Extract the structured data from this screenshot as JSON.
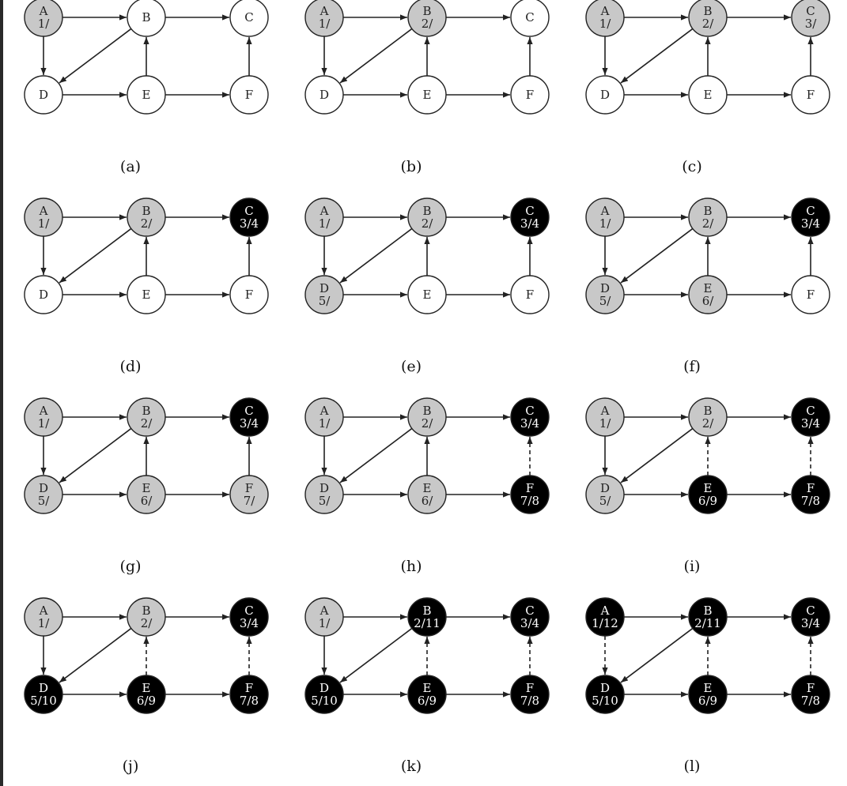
{
  "colors": {
    "white": "#ffffff",
    "gray": "#c8c8c8",
    "black": "#000000",
    "stroke": "#222222"
  },
  "panels": [
    {
      "label": "(a)",
      "nodes": [
        {
          "id": "A",
          "time": "1/",
          "color": "gray"
        },
        {
          "id": "B",
          "time": "",
          "color": "white"
        },
        {
          "id": "C",
          "time": "",
          "color": "white"
        },
        {
          "id": "D",
          "time": "",
          "color": "white"
        },
        {
          "id": "E",
          "time": "",
          "color": "white"
        },
        {
          "id": "F",
          "time": "",
          "color": "white"
        }
      ],
      "edges": [
        {
          "from": "A",
          "to": "B",
          "style": "solid"
        },
        {
          "from": "B",
          "to": "C",
          "style": "solid"
        },
        {
          "from": "A",
          "to": "D",
          "style": "solid"
        },
        {
          "from": "B",
          "to": "D",
          "style": "solid"
        },
        {
          "from": "D",
          "to": "E",
          "style": "solid"
        },
        {
          "from": "E",
          "to": "B",
          "style": "solid"
        },
        {
          "from": "E",
          "to": "F",
          "style": "solid"
        },
        {
          "from": "F",
          "to": "C",
          "style": "solid"
        }
      ]
    },
    {
      "label": "(b)",
      "nodes": [
        {
          "id": "A",
          "time": "1/",
          "color": "gray"
        },
        {
          "id": "B",
          "time": "2/",
          "color": "gray"
        },
        {
          "id": "C",
          "time": "",
          "color": "white"
        },
        {
          "id": "D",
          "time": "",
          "color": "white"
        },
        {
          "id": "E",
          "time": "",
          "color": "white"
        },
        {
          "id": "F",
          "time": "",
          "color": "white"
        }
      ],
      "edges": [
        {
          "from": "A",
          "to": "B",
          "style": "solid"
        },
        {
          "from": "B",
          "to": "C",
          "style": "solid"
        },
        {
          "from": "A",
          "to": "D",
          "style": "solid"
        },
        {
          "from": "B",
          "to": "D",
          "style": "solid"
        },
        {
          "from": "D",
          "to": "E",
          "style": "solid"
        },
        {
          "from": "E",
          "to": "B",
          "style": "solid"
        },
        {
          "from": "E",
          "to": "F",
          "style": "solid"
        },
        {
          "from": "F",
          "to": "C",
          "style": "solid"
        }
      ]
    },
    {
      "label": "(c)",
      "nodes": [
        {
          "id": "A",
          "time": "1/",
          "color": "gray"
        },
        {
          "id": "B",
          "time": "2/",
          "color": "gray"
        },
        {
          "id": "C",
          "time": "3/",
          "color": "gray"
        },
        {
          "id": "D",
          "time": "",
          "color": "white"
        },
        {
          "id": "E",
          "time": "",
          "color": "white"
        },
        {
          "id": "F",
          "time": "",
          "color": "white"
        }
      ],
      "edges": [
        {
          "from": "A",
          "to": "B",
          "style": "solid"
        },
        {
          "from": "B",
          "to": "C",
          "style": "solid"
        },
        {
          "from": "A",
          "to": "D",
          "style": "solid"
        },
        {
          "from": "B",
          "to": "D",
          "style": "solid"
        },
        {
          "from": "D",
          "to": "E",
          "style": "solid"
        },
        {
          "from": "E",
          "to": "B",
          "style": "solid"
        },
        {
          "from": "E",
          "to": "F",
          "style": "solid"
        },
        {
          "from": "F",
          "to": "C",
          "style": "solid"
        }
      ]
    },
    {
      "label": "(d)",
      "nodes": [
        {
          "id": "A",
          "time": "1/",
          "color": "gray"
        },
        {
          "id": "B",
          "time": "2/",
          "color": "gray"
        },
        {
          "id": "C",
          "time": "3/4",
          "color": "black"
        },
        {
          "id": "D",
          "time": "",
          "color": "white"
        },
        {
          "id": "E",
          "time": "",
          "color": "white"
        },
        {
          "id": "F",
          "time": "",
          "color": "white"
        }
      ],
      "edges": [
        {
          "from": "A",
          "to": "B",
          "style": "solid"
        },
        {
          "from": "B",
          "to": "C",
          "style": "solid"
        },
        {
          "from": "A",
          "to": "D",
          "style": "solid"
        },
        {
          "from": "B",
          "to": "D",
          "style": "solid"
        },
        {
          "from": "D",
          "to": "E",
          "style": "solid"
        },
        {
          "from": "E",
          "to": "B",
          "style": "solid"
        },
        {
          "from": "E",
          "to": "F",
          "style": "solid"
        },
        {
          "from": "F",
          "to": "C",
          "style": "solid"
        }
      ]
    },
    {
      "label": "(e)",
      "nodes": [
        {
          "id": "A",
          "time": "1/",
          "color": "gray"
        },
        {
          "id": "B",
          "time": "2/",
          "color": "gray"
        },
        {
          "id": "C",
          "time": "3/4",
          "color": "black"
        },
        {
          "id": "D",
          "time": "5/",
          "color": "gray"
        },
        {
          "id": "E",
          "time": "",
          "color": "white"
        },
        {
          "id": "F",
          "time": "",
          "color": "white"
        }
      ],
      "edges": [
        {
          "from": "A",
          "to": "B",
          "style": "solid"
        },
        {
          "from": "B",
          "to": "C",
          "style": "solid"
        },
        {
          "from": "A",
          "to": "D",
          "style": "solid"
        },
        {
          "from": "B",
          "to": "D",
          "style": "solid"
        },
        {
          "from": "D",
          "to": "E",
          "style": "solid"
        },
        {
          "from": "E",
          "to": "B",
          "style": "solid"
        },
        {
          "from": "E",
          "to": "F",
          "style": "solid"
        },
        {
          "from": "F",
          "to": "C",
          "style": "solid"
        }
      ]
    },
    {
      "label": "(f)",
      "nodes": [
        {
          "id": "A",
          "time": "1/",
          "color": "gray"
        },
        {
          "id": "B",
          "time": "2/",
          "color": "gray"
        },
        {
          "id": "C",
          "time": "3/4",
          "color": "black"
        },
        {
          "id": "D",
          "time": "5/",
          "color": "gray"
        },
        {
          "id": "E",
          "time": "6/",
          "color": "gray"
        },
        {
          "id": "F",
          "time": "",
          "color": "white"
        }
      ],
      "edges": [
        {
          "from": "A",
          "to": "B",
          "style": "solid"
        },
        {
          "from": "B",
          "to": "C",
          "style": "solid"
        },
        {
          "from": "A",
          "to": "D",
          "style": "solid"
        },
        {
          "from": "B",
          "to": "D",
          "style": "solid"
        },
        {
          "from": "D",
          "to": "E",
          "style": "solid"
        },
        {
          "from": "E",
          "to": "B",
          "style": "solid"
        },
        {
          "from": "E",
          "to": "F",
          "style": "solid"
        },
        {
          "from": "F",
          "to": "C",
          "style": "solid"
        }
      ]
    },
    {
      "label": "(g)",
      "nodes": [
        {
          "id": "A",
          "time": "1/",
          "color": "gray"
        },
        {
          "id": "B",
          "time": "2/",
          "color": "gray"
        },
        {
          "id": "C",
          "time": "3/4",
          "color": "black"
        },
        {
          "id": "D",
          "time": "5/",
          "color": "gray"
        },
        {
          "id": "E",
          "time": "6/",
          "color": "gray"
        },
        {
          "id": "F",
          "time": "7/",
          "color": "gray"
        }
      ],
      "edges": [
        {
          "from": "A",
          "to": "B",
          "style": "solid"
        },
        {
          "from": "B",
          "to": "C",
          "style": "solid"
        },
        {
          "from": "A",
          "to": "D",
          "style": "solid"
        },
        {
          "from": "B",
          "to": "D",
          "style": "solid"
        },
        {
          "from": "D",
          "to": "E",
          "style": "solid"
        },
        {
          "from": "E",
          "to": "B",
          "style": "solid"
        },
        {
          "from": "E",
          "to": "F",
          "style": "solid"
        },
        {
          "from": "F",
          "to": "C",
          "style": "solid"
        }
      ]
    },
    {
      "label": "(h)",
      "nodes": [
        {
          "id": "A",
          "time": "1/",
          "color": "gray"
        },
        {
          "id": "B",
          "time": "2/",
          "color": "gray"
        },
        {
          "id": "C",
          "time": "3/4",
          "color": "black"
        },
        {
          "id": "D",
          "time": "5/",
          "color": "gray"
        },
        {
          "id": "E",
          "time": "6/",
          "color": "gray"
        },
        {
          "id": "F",
          "time": "7/8",
          "color": "black"
        }
      ],
      "edges": [
        {
          "from": "A",
          "to": "B",
          "style": "solid"
        },
        {
          "from": "B",
          "to": "C",
          "style": "solid"
        },
        {
          "from": "A",
          "to": "D",
          "style": "solid"
        },
        {
          "from": "B",
          "to": "D",
          "style": "solid"
        },
        {
          "from": "D",
          "to": "E",
          "style": "solid"
        },
        {
          "from": "E",
          "to": "B",
          "style": "solid"
        },
        {
          "from": "E",
          "to": "F",
          "style": "solid"
        },
        {
          "from": "F",
          "to": "C",
          "style": "dashed"
        }
      ]
    },
    {
      "label": "(i)",
      "nodes": [
        {
          "id": "A",
          "time": "1/",
          "color": "gray"
        },
        {
          "id": "B",
          "time": "2/",
          "color": "gray"
        },
        {
          "id": "C",
          "time": "3/4",
          "color": "black"
        },
        {
          "id": "D",
          "time": "5/",
          "color": "gray"
        },
        {
          "id": "E",
          "time": "6/9",
          "color": "black"
        },
        {
          "id": "F",
          "time": "7/8",
          "color": "black"
        }
      ],
      "edges": [
        {
          "from": "A",
          "to": "B",
          "style": "solid"
        },
        {
          "from": "B",
          "to": "C",
          "style": "solid"
        },
        {
          "from": "A",
          "to": "D",
          "style": "solid"
        },
        {
          "from": "B",
          "to": "D",
          "style": "solid"
        },
        {
          "from": "D",
          "to": "E",
          "style": "solid"
        },
        {
          "from": "E",
          "to": "B",
          "style": "dashed"
        },
        {
          "from": "E",
          "to": "F",
          "style": "solid"
        },
        {
          "from": "F",
          "to": "C",
          "style": "dashed"
        }
      ]
    },
    {
      "label": "(j)",
      "nodes": [
        {
          "id": "A",
          "time": "1/",
          "color": "gray"
        },
        {
          "id": "B",
          "time": "2/",
          "color": "gray"
        },
        {
          "id": "C",
          "time": "3/4",
          "color": "black"
        },
        {
          "id": "D",
          "time": "5/10",
          "color": "black"
        },
        {
          "id": "E",
          "time": "6/9",
          "color": "black"
        },
        {
          "id": "F",
          "time": "7/8",
          "color": "black"
        }
      ],
      "edges": [
        {
          "from": "A",
          "to": "B",
          "style": "solid"
        },
        {
          "from": "B",
          "to": "C",
          "style": "solid"
        },
        {
          "from": "A",
          "to": "D",
          "style": "solid"
        },
        {
          "from": "B",
          "to": "D",
          "style": "solid"
        },
        {
          "from": "D",
          "to": "E",
          "style": "solid"
        },
        {
          "from": "E",
          "to": "B",
          "style": "dashed"
        },
        {
          "from": "E",
          "to": "F",
          "style": "solid"
        },
        {
          "from": "F",
          "to": "C",
          "style": "dashed"
        }
      ]
    },
    {
      "label": "(k)",
      "nodes": [
        {
          "id": "A",
          "time": "1/",
          "color": "gray"
        },
        {
          "id": "B",
          "time": "2/11",
          "color": "black"
        },
        {
          "id": "C",
          "time": "3/4",
          "color": "black"
        },
        {
          "id": "D",
          "time": "5/10",
          "color": "black"
        },
        {
          "id": "E",
          "time": "6/9",
          "color": "black"
        },
        {
          "id": "F",
          "time": "7/8",
          "color": "black"
        }
      ],
      "edges": [
        {
          "from": "A",
          "to": "B",
          "style": "solid"
        },
        {
          "from": "B",
          "to": "C",
          "style": "solid"
        },
        {
          "from": "A",
          "to": "D",
          "style": "solid"
        },
        {
          "from": "B",
          "to": "D",
          "style": "solid"
        },
        {
          "from": "D",
          "to": "E",
          "style": "solid"
        },
        {
          "from": "E",
          "to": "B",
          "style": "dashed"
        },
        {
          "from": "E",
          "to": "F",
          "style": "solid"
        },
        {
          "from": "F",
          "to": "C",
          "style": "dashed"
        }
      ]
    },
    {
      "label": "(l)",
      "nodes": [
        {
          "id": "A",
          "time": "1/12",
          "color": "black"
        },
        {
          "id": "B",
          "time": "2/11",
          "color": "black"
        },
        {
          "id": "C",
          "time": "3/4",
          "color": "black"
        },
        {
          "id": "D",
          "time": "5/10",
          "color": "black"
        },
        {
          "id": "E",
          "time": "6/9",
          "color": "black"
        },
        {
          "id": "F",
          "time": "7/8",
          "color": "black"
        }
      ],
      "edges": [
        {
          "from": "A",
          "to": "B",
          "style": "solid"
        },
        {
          "from": "B",
          "to": "C",
          "style": "solid"
        },
        {
          "from": "A",
          "to": "D",
          "style": "dashed"
        },
        {
          "from": "B",
          "to": "D",
          "style": "solid"
        },
        {
          "from": "D",
          "to": "E",
          "style": "solid"
        },
        {
          "from": "E",
          "to": "B",
          "style": "dashed"
        },
        {
          "from": "E",
          "to": "F",
          "style": "solid"
        },
        {
          "from": "F",
          "to": "C",
          "style": "dashed"
        }
      ]
    }
  ]
}
